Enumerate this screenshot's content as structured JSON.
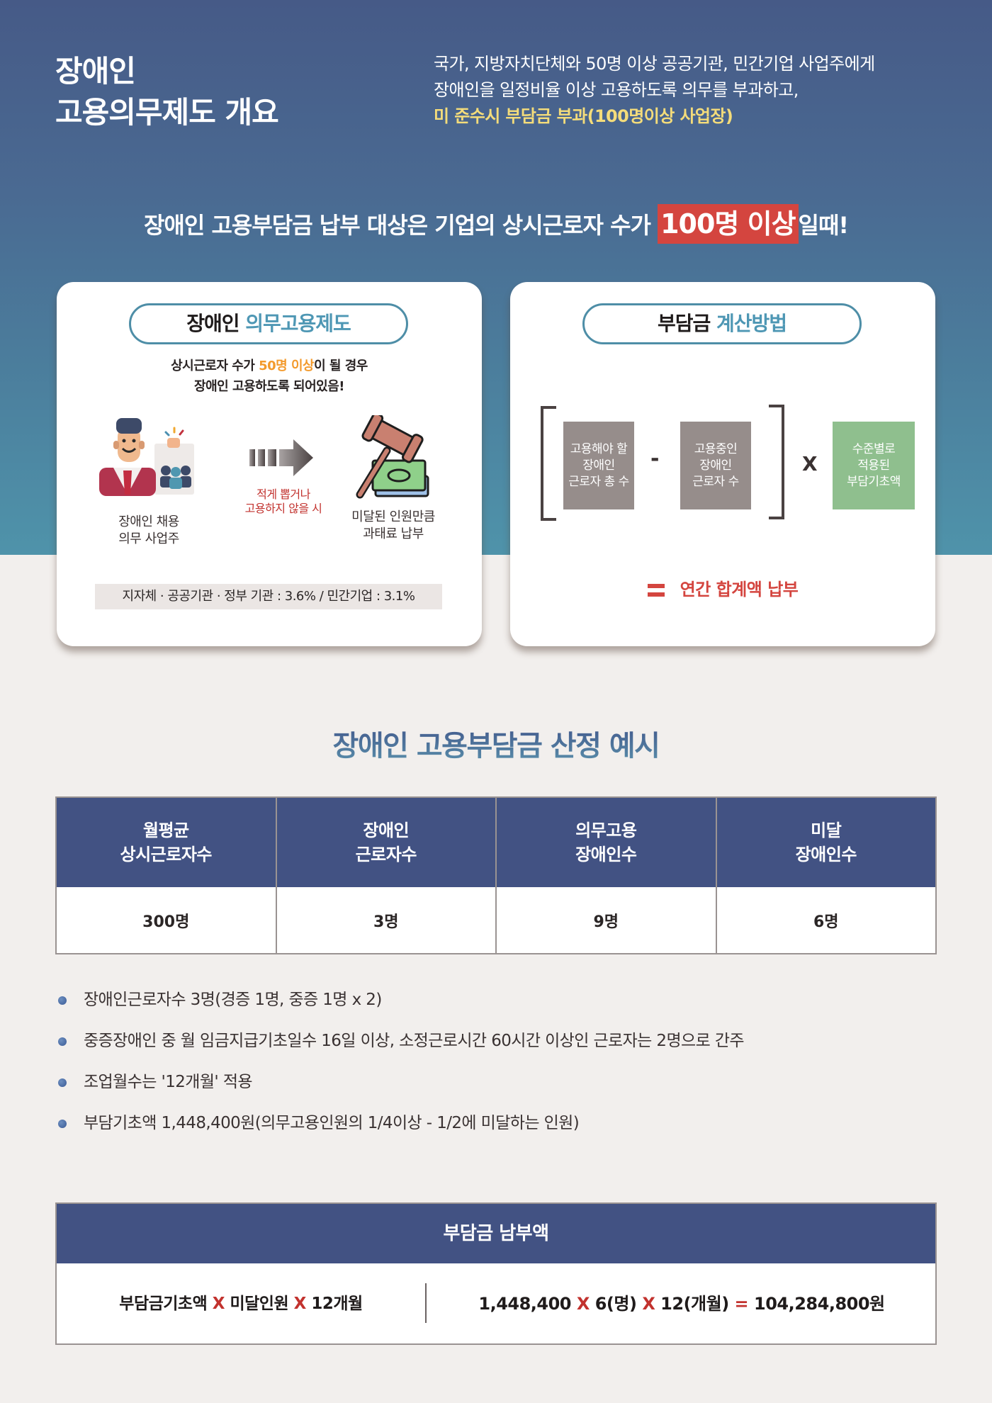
{
  "header": {
    "title_line1": "장애인",
    "title_line2": "고용의무제도 개요",
    "intro_line1": "국가, 지방자치단체와 50명 이상 공공기관, 민간기업 사업주에게",
    "intro_line2": "장애인을 일정비율 이상 고용하도록 의무를 부과하고,",
    "intro_line3": "미 준수시 부담금 부과(100명이상 사업장)"
  },
  "headline": {
    "prefix": "장애인 고용부담금 납부 대상은 기업의 상시근로자 수가 ",
    "highlight": "100명 이상",
    "suffix": "일때!"
  },
  "card_left": {
    "title_dark": "장애인 ",
    "title_accent": "의무고용제도",
    "desc_line1_prefix": "상시근로자 수가 ",
    "desc_line1_highlight": "50명 이상",
    "desc_line1_suffix": "이 될 경우",
    "desc_line2": "장애인 고용하도록 되어있음!",
    "employer_label_1": "장애인 채용",
    "employer_label_2": "의무 사업주",
    "arrow_label_1": "적게 뽑거나",
    "arrow_label_2": "고용하지 않을 시",
    "penalty_label_1": "미달된 인원만큼",
    "penalty_label_2": "과태료 납부",
    "rate_text": "지자체 · 공공기관 · 정부 기관 : 3.6% / 민간기업 : 3.1%",
    "icons": [
      "employer-icon",
      "arrow-right-icon",
      "gavel-money-icon"
    ]
  },
  "card_right": {
    "title_dark": "부담금 ",
    "title_accent": "계산방법",
    "box1": [
      "고용해야 할",
      "장애인",
      "근로자 총 수"
    ],
    "minus": "-",
    "box2": [
      "고용중인",
      "장애인",
      "근로자 수"
    ],
    "times": "X",
    "box3": [
      "수준별로",
      "적용된",
      "부담기초액"
    ],
    "result": "연간 합계액 납부"
  },
  "example": {
    "title": "장애인 고용부담금 산정 예시",
    "headers": [
      [
        "월평균",
        "상시근로자수"
      ],
      [
        "장애인",
        "근로자수"
      ],
      [
        "의무고용",
        "장애인수"
      ],
      [
        "미달",
        "장애인수"
      ]
    ],
    "values": [
      "300명",
      "3명",
      "9명",
      "6명"
    ],
    "notes": [
      "장애인근로자수 3명(경증 1명, 중증 1명 x 2)",
      "중증장애인 중 월 임금지급기초일수 16일 이상, 소정근로시간 60시간 이상인 근로자는 2명으로 간주",
      "조업월수는 '12개월' 적용",
      "부담기초액 1,448,400원(의무고용인원의 1/4이상 - 1/2에 미달하는 인원)"
    ]
  },
  "payment": {
    "title": "부담금 남부액",
    "formula_parts": [
      "부담금기초액 ",
      "X",
      " 미달인원 ",
      "X",
      " 12개월"
    ],
    "calc_parts": [
      "1,448,400 ",
      "X",
      " 6(명) ",
      "X",
      " 12(개월) ",
      "=",
      " 104,284,800원"
    ]
  },
  "colors": {
    "navy": "#425283",
    "teal_accent": "#4e97b4",
    "red": "#d4453f",
    "orange": "#f39a2c",
    "yellow": "#f4dc7a",
    "box_gray": "#968d8b",
    "box_green": "#8fbf8e",
    "page_bg": "#f2efed"
  }
}
